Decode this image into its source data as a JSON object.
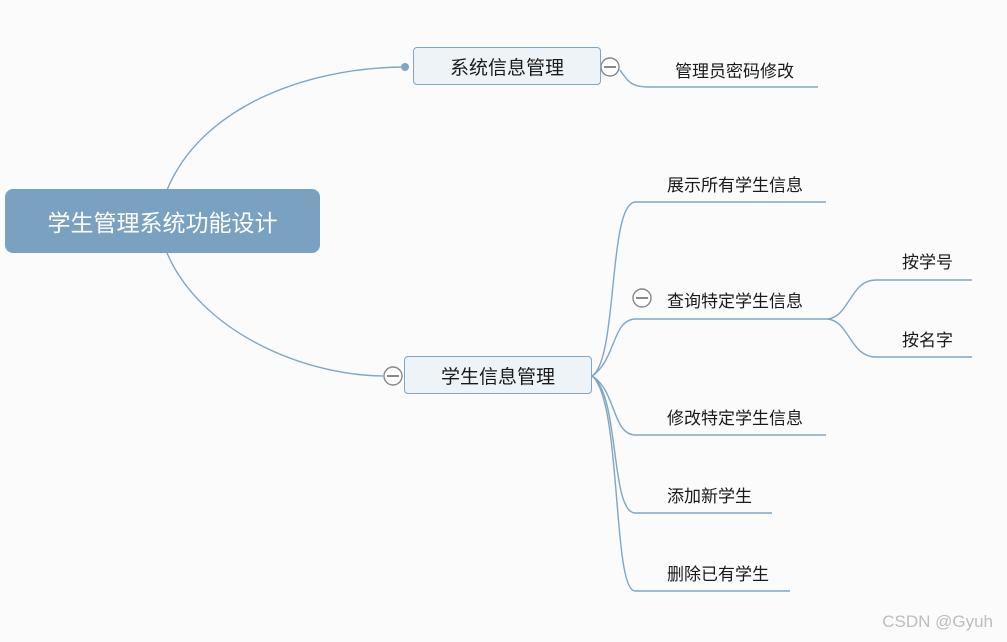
{
  "root": {
    "label": "学生管理系统功能设计"
  },
  "branches": [
    {
      "label": "系统信息管理",
      "children": [
        {
          "label": "管理员密码修改"
        }
      ]
    },
    {
      "label": "学生信息管理",
      "children": [
        {
          "label": "展示所有学生信息"
        },
        {
          "label": "查询特定学生信息",
          "children": [
            {
              "label": "按学号"
            },
            {
              "label": "按名字"
            }
          ]
        },
        {
          "label": "修改特定学生信息"
        },
        {
          "label": "添加新学生"
        },
        {
          "label": "删除已有学生"
        }
      ]
    }
  ],
  "watermark": "CSDN @Gyuh",
  "colors": {
    "root_fill": "#7aa2c0",
    "line": "#7fa6c2",
    "branch_fill": "#eef3f7",
    "collapse_icon": "#888888"
  }
}
